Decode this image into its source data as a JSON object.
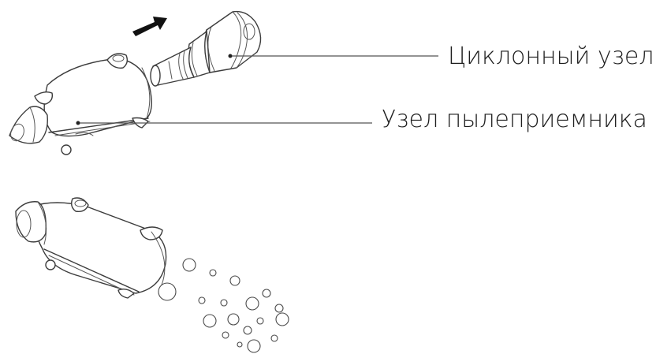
{
  "callouts": {
    "cyclone_unit": "Циклонный узел",
    "dust_collector_unit": "Узел пылеприемника"
  },
  "icons": {
    "direction_arrow": "arrow-right-up",
    "dust_particles": "bubbles"
  },
  "colors": {
    "line": "#3c3c3c",
    "text": "#1e1e1e",
    "background": "#ffffff"
  }
}
